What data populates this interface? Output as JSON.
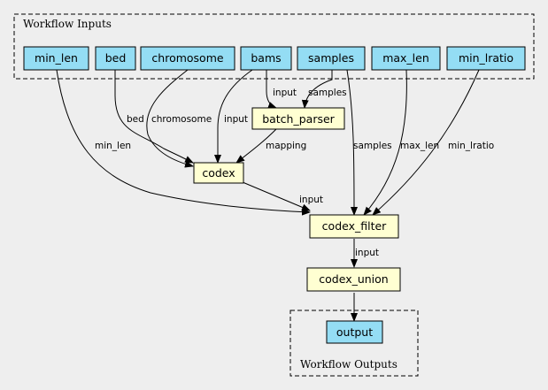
{
  "clusters": {
    "inputs": "Workflow Inputs",
    "outputs": "Workflow Outputs"
  },
  "nodes": {
    "min_len": "min_len",
    "bed": "bed",
    "chromosome": "chromosome",
    "bams": "bams",
    "samples": "samples",
    "max_len": "max_len",
    "min_lratio": "min_lratio",
    "batch_parser": "batch_parser",
    "codex": "codex",
    "codex_filter": "codex_filter",
    "codex_union": "codex_union",
    "output": "output"
  },
  "edges": {
    "bams_to_batch_parser": "input",
    "samples_to_batch_parser": "samples",
    "min_len_to_codex_filter": "min_len",
    "bed_to_codex": "bed",
    "chromosome_to_codex": "chromosome",
    "bams_to_codex": "input",
    "batch_parser_to_codex": "mapping",
    "samples_to_codex_filter": "samples",
    "max_len_to_codex_filter": "max_len",
    "min_lratio_to_codex_filter": "min_lratio",
    "codex_to_codex_filter": "input",
    "codex_filter_to_codex_union": "input"
  },
  "colors": {
    "input_node": "#94ddf4",
    "step_node": "#ffffd2",
    "background": "#eeeeee"
  }
}
